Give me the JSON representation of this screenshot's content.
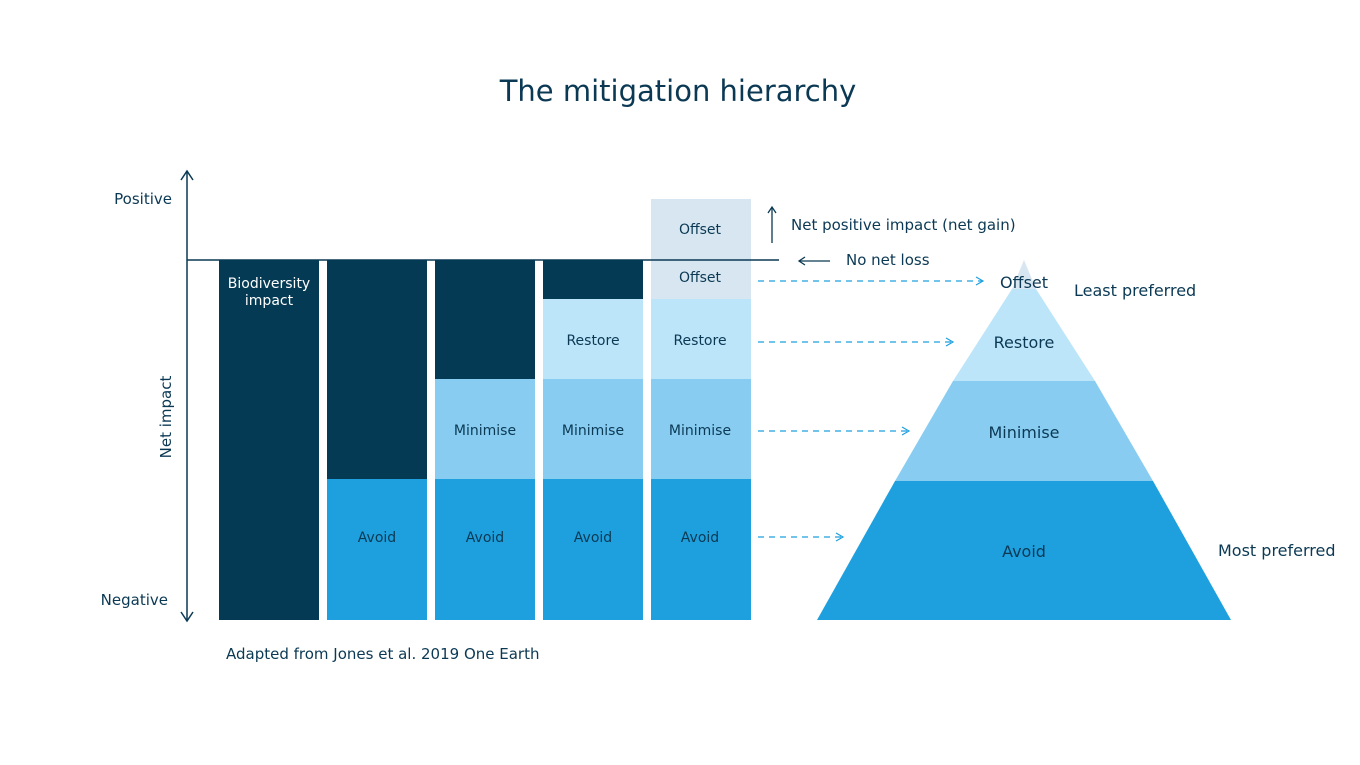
{
  "title": "The mitigation hierarchy",
  "axis": {
    "label": "Net impact",
    "top": "Positive",
    "bottom": "Negative"
  },
  "annotations": {
    "net_positive": "Net positive impact (net gain)",
    "no_net_loss": "No net loss",
    "least_preferred": "Least preferred",
    "most_preferred": "Most preferred"
  },
  "source": "Adapted from Jones et al. 2019 One Earth",
  "labels": {
    "impact_line1": "Biodiversity",
    "impact_line2": "impact",
    "avoid": "Avoid",
    "minimise": "Minimise",
    "restore": "Restore",
    "offset": "Offset"
  },
  "pyramid": [
    "Offset",
    "Restore",
    "Minimise",
    "Avoid"
  ],
  "colors": {
    "impact": "#053a54",
    "avoid": "#1fa0de",
    "minimise": "#88cdf1",
    "restore": "#bde5f9",
    "offset": "#d7e6f1",
    "text_dark": "#0b3954",
    "arrow": "#1fa0de"
  }
}
